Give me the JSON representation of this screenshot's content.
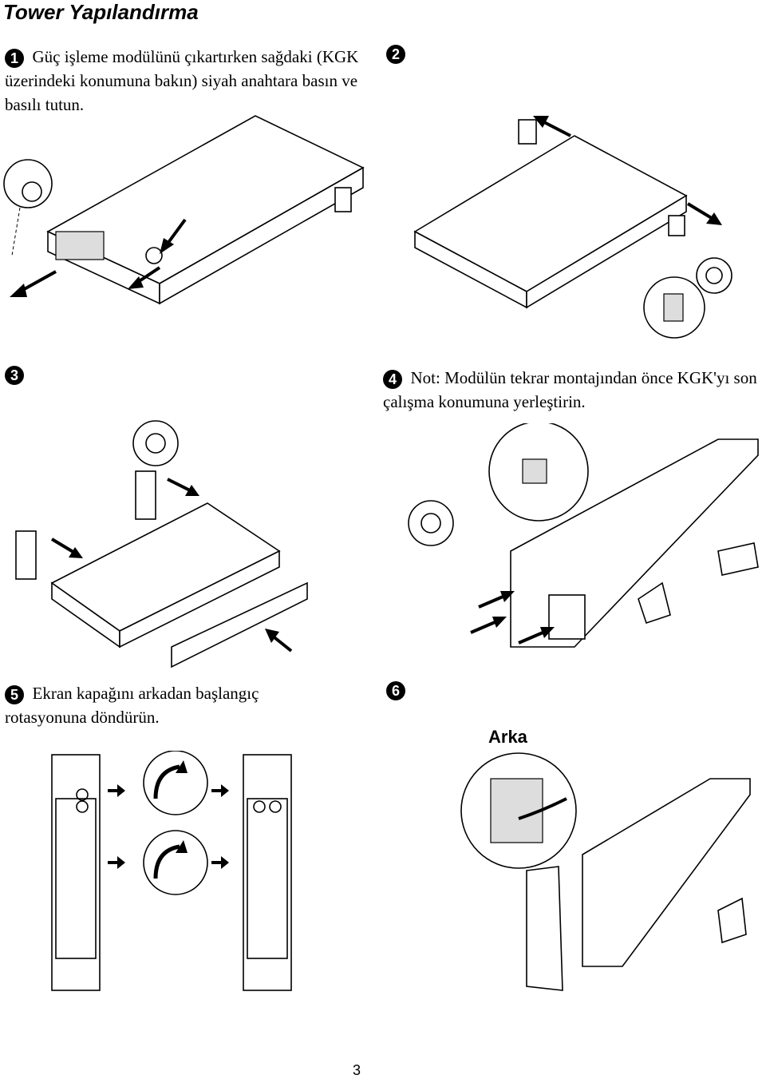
{
  "page": {
    "title": "Tower Yapılandırma",
    "page_number": "3"
  },
  "steps": [
    {
      "number": "1",
      "text": "Güç işleme modülünü çıkartırken sağdaki (KGK üzerindeki konumuna bakın) siyah anahtara basın ve basılı tutun."
    },
    {
      "number": "2",
      "text": ""
    },
    {
      "number": "3",
      "text": ""
    },
    {
      "number": "4",
      "text": "Not: Modülün tekrar montajından önce KGK'yı son çalışma konumuna yerleştirin."
    },
    {
      "number": "5",
      "text": "Ekran kapağını arkadan başlangıç rotasyonuna döndürün."
    },
    {
      "number": "6",
      "text": ""
    }
  ],
  "labels": {
    "rear": "Arka"
  },
  "icons": [
    "screw-icon",
    "arrow-icon",
    "ups-unit-illustration",
    "rotate-arrow-icon"
  ]
}
